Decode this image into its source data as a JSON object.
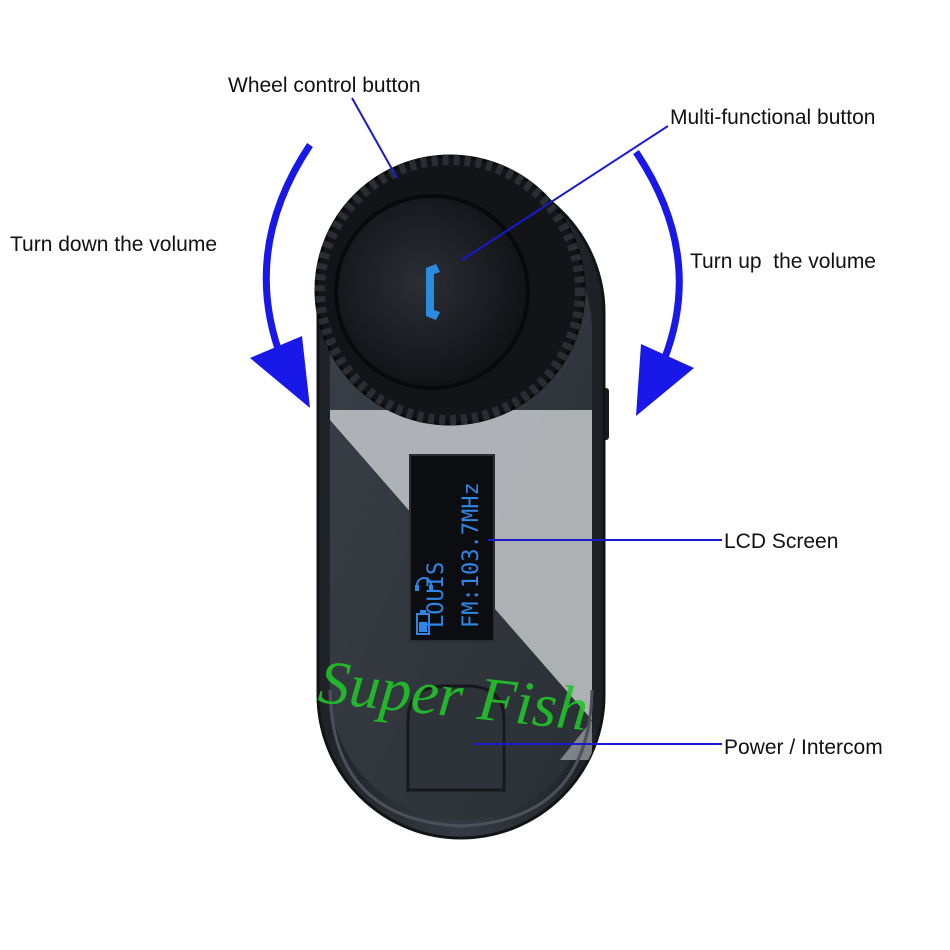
{
  "labels": {
    "wheel_control": "Wheel control button",
    "multi_function": "Multi-functional button",
    "turn_down": "Turn down the volume",
    "turn_up": "Turn up  the volume",
    "lcd": "LCD Screen",
    "power": "Power / Intercom"
  },
  "lcd": {
    "line1": "LOUIS",
    "line2": "FM:103.7MHz"
  },
  "watermark": "Super Fish",
  "colors": {
    "arrow": "#1818e8",
    "leader": "#1a1ad0",
    "lcd_text": "#2f86e6",
    "phone_icon": "#2a8ce0",
    "watermark": "#22c42a",
    "body": "#2c3138"
  },
  "icons": {
    "phone": "phone-icon",
    "battery": "battery-icon",
    "headset": "headset-icon"
  }
}
